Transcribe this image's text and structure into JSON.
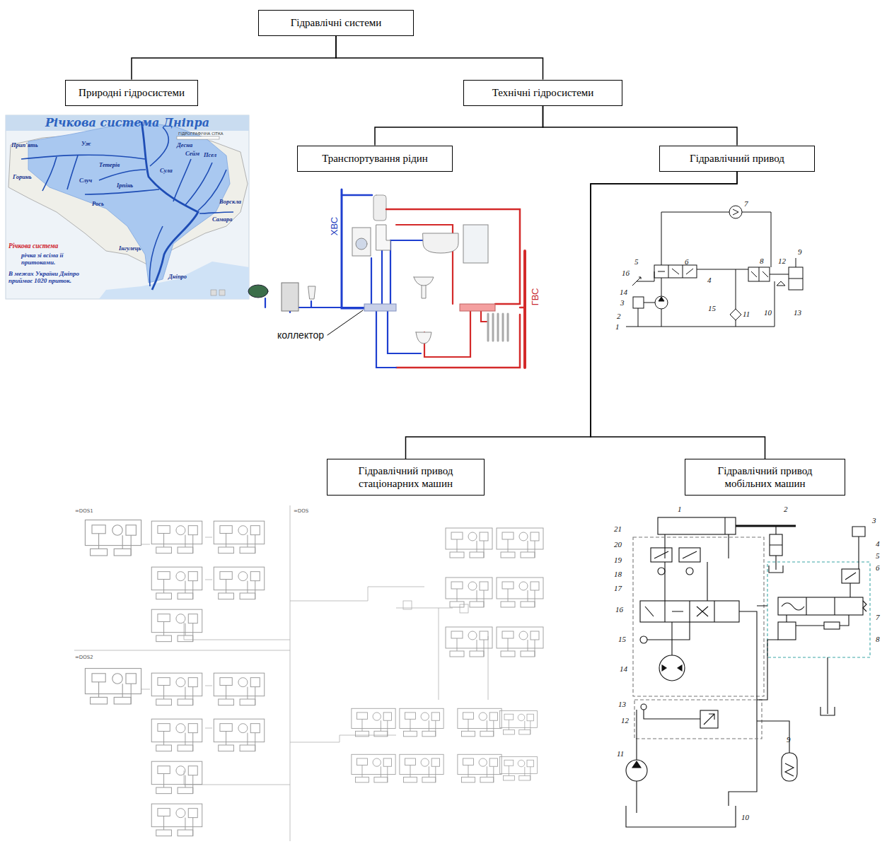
{
  "diagram": {
    "nodes": [
      {
        "text": [
          "Гідравлічні системи"
        ]
      },
      {
        "text": [
          "Природні гідросистеми"
        ]
      },
      {
        "text": [
          "Технічні гідросистеми"
        ]
      },
      {
        "text": [
          "Транспортування рідин"
        ]
      },
      {
        "text": [
          "Гідравлічний привод"
        ]
      },
      {
        "text": [
          "Гідравлічний привод стаціонарних машин"
        ]
      },
      {
        "text": [
          "Гідравлічний привод мобільних машин"
        ]
      }
    ],
    "edges": [
      {
        "from": 0,
        "to": 1,
        "arrow": "none"
      },
      {
        "from": 0,
        "to": 2,
        "arrow": "none"
      },
      {
        "from": 2,
        "to": 3,
        "arrow": "none"
      },
      {
        "from": 2,
        "to": 4,
        "arrow": "none"
      },
      {
        "from": 4,
        "to": 5,
        "arrow": "none"
      },
      {
        "from": 4,
        "to": 6,
        "arrow": "none"
      }
    ],
    "labels": [
      "Річкова система Дніпра",
      "ГІДРОГРАФІЧНА СІТКА",
      "Прип'ять",
      "Горинь",
      "Случ",
      "Тетерів",
      "Ірпінь",
      "Уж",
      "Десна",
      "Сейм",
      "Рось",
      "Сула",
      "Псел",
      "Ворскла",
      "Самара",
      "Інгулець",
      "Дніпро",
      "Річкова система",
      "річка зі всіма її притоками.",
      "В межах України Дніпро приймає 1020 приток.",
      "ХВС",
      "ГВС",
      "коллектор",
      "1",
      "2",
      "3",
      "4",
      "5",
      "6",
      "7",
      "8",
      "9",
      "10",
      "11",
      "12",
      "13",
      "14",
      "15",
      "16",
      "=DOS1",
      "=DOS",
      "=DOS2",
      "1",
      "2",
      "3",
      "4",
      "5",
      "6",
      "7",
      "8",
      "9",
      "10",
      "11",
      "12",
      "13",
      "14",
      "15",
      "16",
      "17",
      "18",
      "19",
      "20",
      "21"
    ]
  }
}
